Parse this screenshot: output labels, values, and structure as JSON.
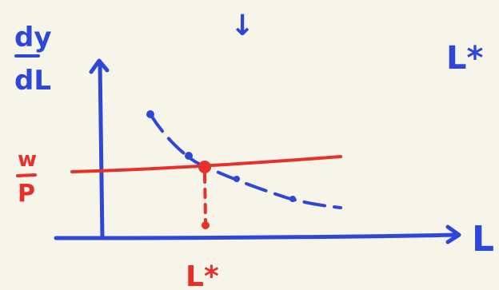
{
  "colors": {
    "background": "#f7f4ea",
    "axis_blue": "#2f47d6",
    "curve_blue": "#2f47d6",
    "line_red": "#e8302a"
  },
  "labels": {
    "y_axis_numerator": "dy",
    "y_axis_denominator": "dL",
    "x_axis_label": "L",
    "red_line_numerator": "w",
    "red_line_denominator": "P",
    "l_star_bottom": "L*",
    "l_star_top_right": "L*",
    "top_arrow_label": "↓"
  }
}
